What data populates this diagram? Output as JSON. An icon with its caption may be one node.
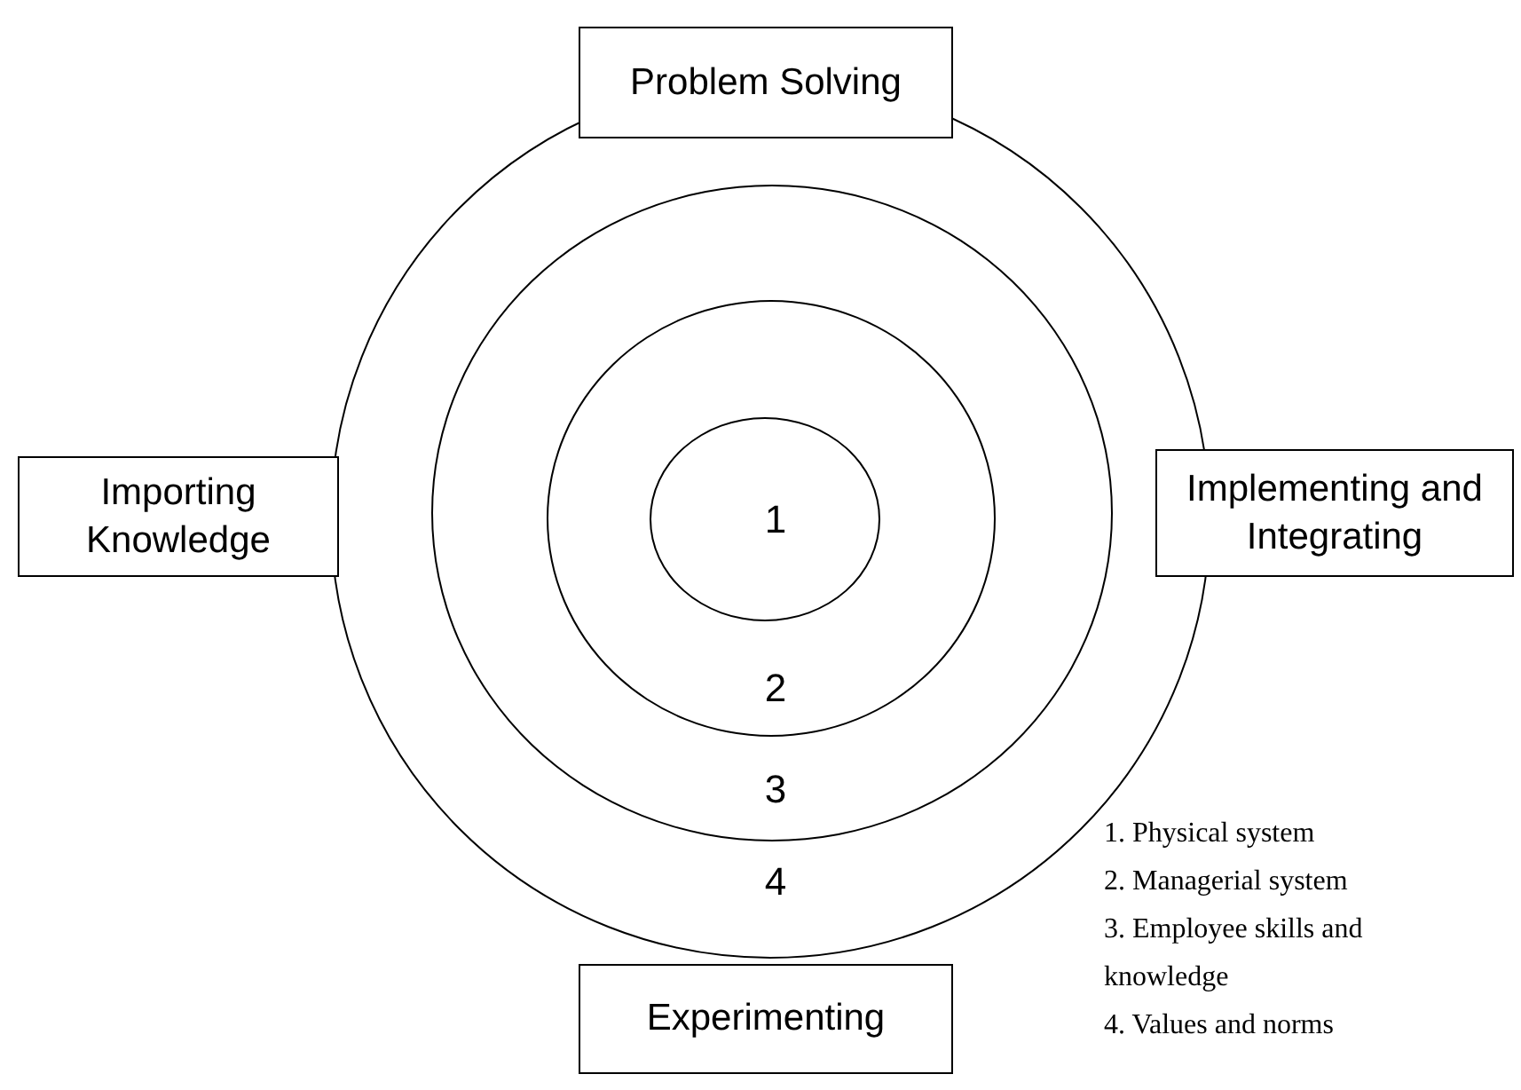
{
  "diagram": {
    "nodes": [
      {
        "text": [
          "Problem Solving"
        ]
      },
      {
        "text": [
          "4"
        ]
      },
      {
        "text": [
          "3"
        ],
        "in": 1
      },
      {
        "text": [
          "2"
        ],
        "in": 2
      },
      {
        "text": [
          "1"
        ],
        "in": 3
      },
      {
        "text": [
          "Importing Knowledge"
        ]
      },
      {
        "text": [
          "Implementing and Integrating"
        ]
      },
      {
        "text": [
          "Experimenting"
        ]
      }
    ],
    "labels": [
      "1. Physical system",
      "2. Managerial system",
      "3. Employee skills and knowledge",
      "4. Values and norms"
    ]
  }
}
